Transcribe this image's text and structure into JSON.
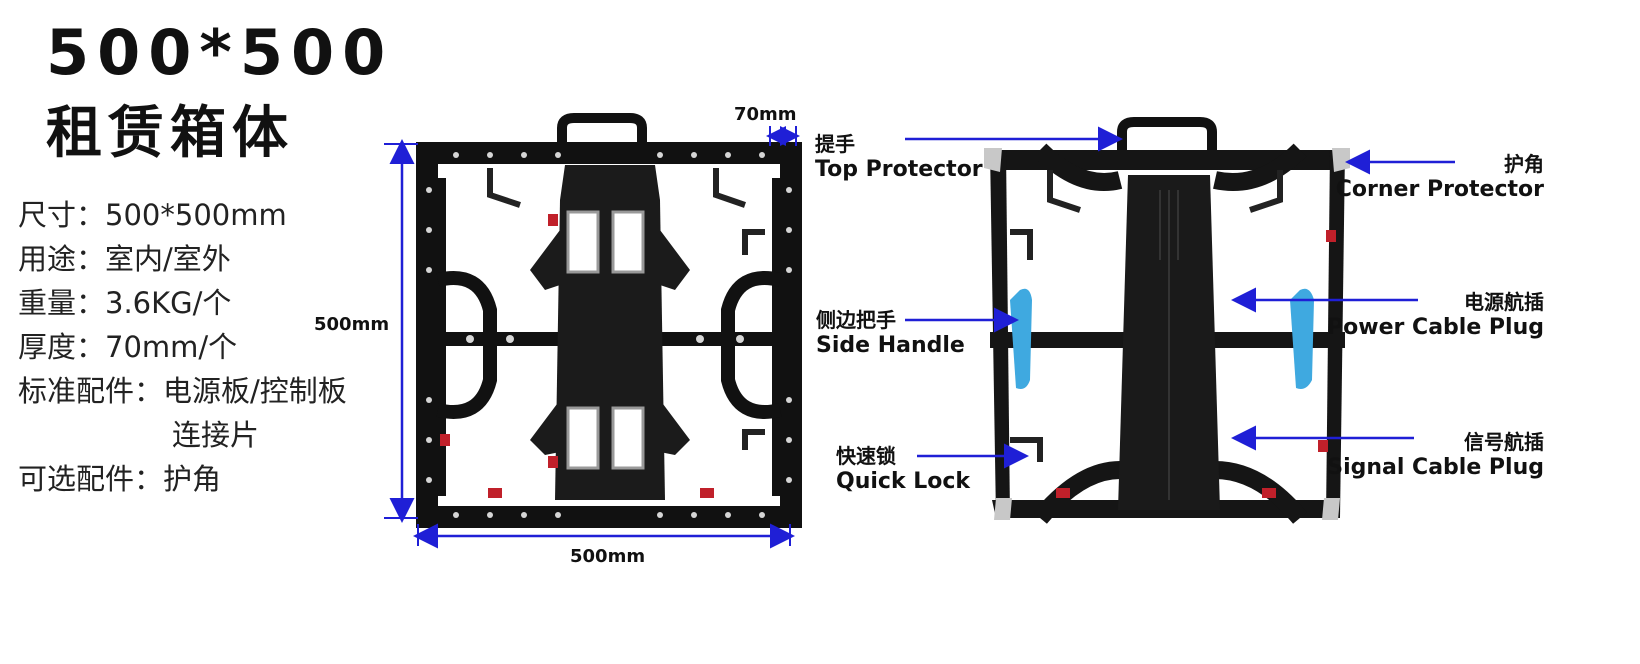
{
  "title": {
    "line1": "500*500",
    "line2": "租赁箱体"
  },
  "specs": [
    {
      "key": "尺寸：",
      "value": "500*500mm"
    },
    {
      "key": "用途：",
      "value": "室内/室外"
    },
    {
      "key": "重量：",
      "value": "3.6KG/个"
    },
    {
      "key": "厚度：",
      "value": "70mm/个"
    },
    {
      "key": "标准配件：",
      "value": "电源板/控制板"
    },
    {
      "key": "",
      "value": "连接片"
    },
    {
      "key": "可选配件：",
      "value": "护角"
    }
  ],
  "dimensions": {
    "depth": "70mm",
    "height": "500mm",
    "width": "500mm"
  },
  "labels": {
    "top_protector": {
      "zh": "提手",
      "en": "Top Protector"
    },
    "side_handle": {
      "zh": "侧边把手",
      "en": "Side Handle"
    },
    "quick_lock": {
      "zh": "快速锁",
      "en": "Quick Lock"
    },
    "corner_protector": {
      "zh": "护角",
      "en": "Corner Protector"
    },
    "power_cable_plug": {
      "zh": "电源航插",
      "en": "Power Cable Plug"
    },
    "signal_cable_plug": {
      "zh": "信号航插",
      "en": "Signal  Cable Plug"
    }
  },
  "colors": {
    "arrow": "#1f1fd6",
    "frame": "#111111",
    "accent_handle": "#3fa9e0",
    "lock_red": "#c0202a"
  }
}
